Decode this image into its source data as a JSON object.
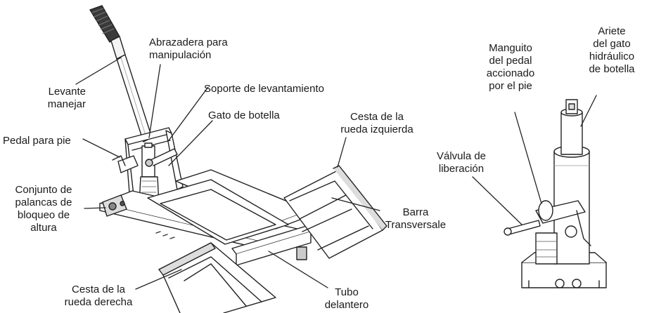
{
  "labels": {
    "levante_manejar": "Levante\nmanejar",
    "abrazadera": "Abrazadera para\nmanipulación",
    "soporte": "Soporte de levantamiento",
    "gato_botella": "Gato de botella",
    "pedal_pie": "Pedal para pie",
    "conjunto_palancas": "Conjunto de\npalancas de\nbloqueo de\naltura",
    "cesta_izquierda": "Cesta de la\nrueda izquierda",
    "barra_transversal": "Barra\nTransversale",
    "cesta_derecha": "Cesta de la\nrueda derecha",
    "tubo_delantero": "Tubo\ndelantero",
    "manguito_pedal": "Manguito\ndel pedal\naccionado\npor el pie",
    "ariete": "Ariete\ndel gato\nhidráulico\nde botella",
    "valvula": "Válvula de\nliberación"
  }
}
